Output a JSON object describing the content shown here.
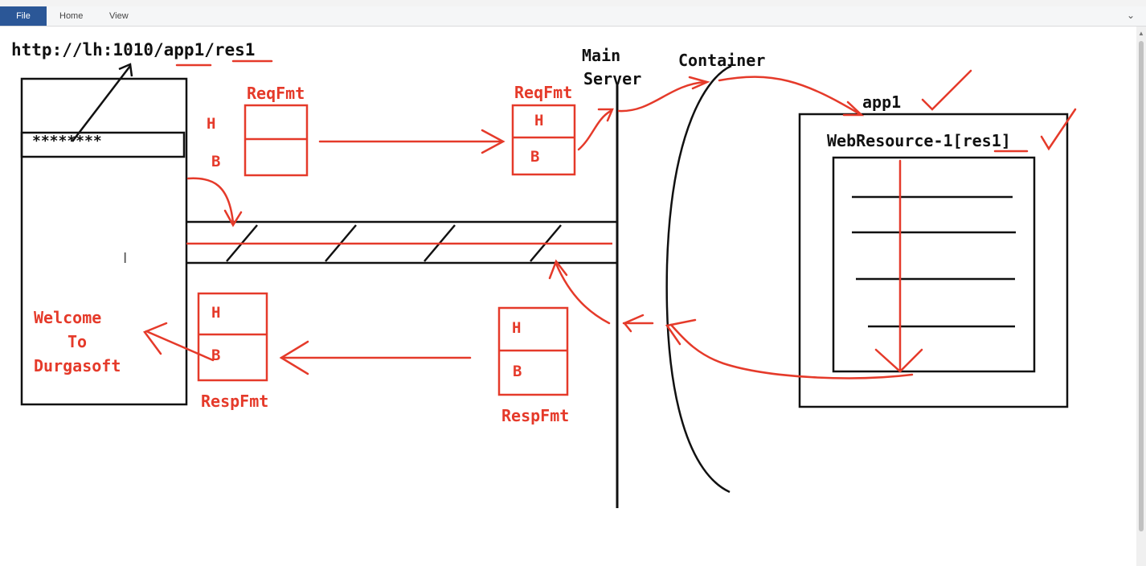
{
  "ribbon": {
    "file_label": "File",
    "home_label": "Home",
    "view_label": "View",
    "collapse_glyph": "⌄"
  },
  "whiteboard": {
    "url_text": "http://lh:1010/app1/res1",
    "password_mask": "********",
    "request_side_labels": {
      "header": "H",
      "body": "B"
    },
    "request_format_client": "ReqFmt",
    "request_format_server": "ReqFmt",
    "request_box": {
      "header": "H",
      "body": "B"
    },
    "main_server_line1": "Main",
    "main_server_line2": "Server",
    "container_label": "Container",
    "app_label": "app1",
    "web_resource_prefix": "WebResource-1[",
    "web_resource_name": "res1",
    "web_resource_suffix": "]",
    "response_box_server": {
      "header": "H",
      "body": "B"
    },
    "response_format_server": "RespFmt",
    "response_box_client": {
      "header": "H",
      "body": "B"
    },
    "response_format_client": "RespFmt",
    "welcome_line1": "Welcome",
    "welcome_line2": "To",
    "welcome_line3": "Durgasoft"
  },
  "colors": {
    "ink_red": "#e53a2a",
    "ink_black": "#111111",
    "file_tab": "#2b5797"
  }
}
